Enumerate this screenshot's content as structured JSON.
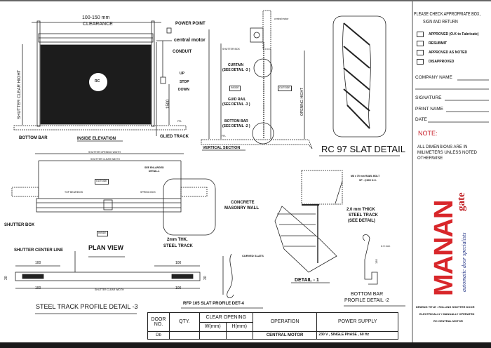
{
  "elevation": {
    "clearance_mm": "100-150 mm",
    "clearance": "CLEARANCE",
    "power_point": "POWER POINT",
    "central_motor": "central motor",
    "conduit": "CONDUIT",
    "up": "UP",
    "stop": "STOP",
    "down": "DOWN",
    "height_1500": "1500",
    "clear_height": "SHUTTER CLEAR HIGHT",
    "rc": "RC",
    "bottom_bar": "BOTTOM BAR",
    "title": "INSIDE ELEVATION",
    "guide_track": "GLIED TRACK",
    "ffl": "FFL"
  },
  "section": {
    "central_motor": "central motor",
    "shutter_box": "SHUTTER BOX",
    "curtain": "CURTAIN",
    "curtain_ref": "(SEE DETAIL -3 )",
    "inside": "INSIDE",
    "outside": "OUTSIDE",
    "guide_rail": "GUID RAIL",
    "guide_rail_ref": "(SEE DETAIL -3 )",
    "bottom_bar": "BOTTOM BAR",
    "bottom_bar_ref": "(SEE DETAIL -2 )",
    "opening_height": "OPENING HIGHT",
    "ffl": "FFL",
    "title": "VERTICAL SECTION"
  },
  "slat_detail": {
    "title": "RC 97 SLAT DETAIL"
  },
  "plan": {
    "opening_width": "SHUTTER OPENING WIDTH",
    "clear_width": "SHUTTER CLEAR WIDTH",
    "outside": "OUTSIDE",
    "see_detail_1": "SEE ENLARGED",
    "see_detail_2": "DETAIL-1",
    "top_rail": "TOP BEARINGS",
    "spring_box": "SPRING BOX",
    "shutter_box": "SHUTTER BOX",
    "inside": "INSIDE",
    "title": "PLAN VIEW",
    "steel_track_1": "2mm THK.",
    "steel_track_2": "STEEL TRACK"
  },
  "track_profile": {
    "center_line": "SHUTTER CENTER LINE",
    "dim_100": "100",
    "dim_30": "30",
    "clear_width": "SHUTTER CLEAR WIDTH",
    "title": "STEEL TRACK PROFILE DETAIL -3"
  },
  "slat_profile": {
    "title": "RFP 105 SLAT PROFILE DET-4"
  },
  "detail1": {
    "bolt_1": "M8 x 75 mm RAWL BOLT",
    "bolt_2": "SP . @600 O.C.",
    "wall_1": "CONCRETE",
    "wall_2": "MASONRY WALL",
    "track_1": "2.0 mm THICK",
    "track_2": "STEEL TRACK",
    "track_3": "(SEE DETAIL)",
    "curved_slats": "CURVED SLATS",
    "title": "DETAIL - 1"
  },
  "bottom_bar_profile": {
    "thickness": "2.0 mm",
    "height": "135",
    "title_1": "BOTTOM BAR",
    "title_2": "PROFILE DETAIL -2"
  },
  "table": {
    "headers": {
      "door_no": "DOOR NO.",
      "qty": "QTY.",
      "clear_opening": "CLEAR OPENING",
      "w": "W(mm)",
      "h": "H(mm)",
      "operation": "OPERATION",
      "power": "POWER SUPPLY"
    },
    "row": {
      "door_no": "Db",
      "qty": "",
      "w": "",
      "h": "",
      "operation": "CENTRAL MOTOR",
      "power": "230 V , SINGLE PHASE , 60 Hz"
    }
  },
  "approval": {
    "heading_1": "PLEASE CHECK APPROPRIATE BOX,",
    "heading_2": "SIGN AND RETURN",
    "options": [
      "APPROVED (O.K to Fabricate)",
      "RESUBMIT",
      "APPROVED AS NOTED",
      "DISAPPROVED"
    ],
    "company": "COMPANY NAME",
    "signature": "SIGNATURE",
    "print_name": "PRINT NAME",
    "date": "DATE",
    "note_label": "NOTE:",
    "note_1": "ALL DIMENSIONS ARE IN",
    "note_2": "MILIMETERS UNLESS NOTED",
    "note_3": "OTHERWISE"
  },
  "logo": {
    "brand": "MANAN",
    "suffix": "gate",
    "tagline": "automatic door specialists",
    "color": "#d8262a"
  },
  "drawing_title": {
    "line_1": "DRWING TITLE : ROLLING SHUTTER DOOR",
    "line_2": "ELECTRICALLY / MANUALLY OPERATED",
    "line_3": "RC  CENTRAL MOTOR"
  }
}
